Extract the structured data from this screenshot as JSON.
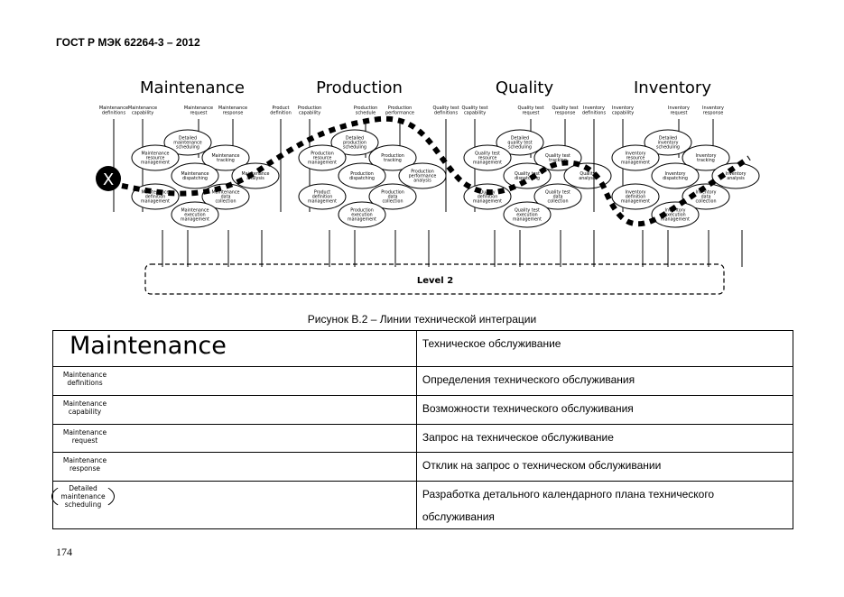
{
  "header": "ГОСТ Р МЭК 62264-3 – 2012",
  "figure": {
    "columns": [
      {
        "title": "Maintenance",
        "top_labels": [
          "Maintenance definitions",
          "Maintenance capability",
          "Maintenance request",
          "Maintenance response"
        ],
        "nodes": [
          "Detailed maintenance scheduling",
          "Maintenance resource management",
          "Maintenance tracking",
          "Maintenance dispatching",
          "Maintenance analysis",
          "Maintenance definition management",
          "Maintenance data collection",
          "Maintenance execution management"
        ]
      },
      {
        "title": "Production",
        "top_labels": [
          "Product definition",
          "Production capability",
          "Production schedule",
          "Production performance"
        ],
        "nodes": [
          "Detailed production scheduling",
          "Production resource management",
          "Production tracking",
          "Production dispatching",
          "Production performance analysis",
          "Product definition management",
          "Production data collection",
          "Production execution management"
        ]
      },
      {
        "title": "Quality",
        "top_labels": [
          "Quality test definitions",
          "Quality test capability",
          "Quality test request",
          "Quality test response"
        ],
        "nodes": [
          "Detailed quality test scheduling",
          "Quality test resource management",
          "Quality test tracking",
          "Quality test dispatching",
          "Quality analysis",
          "Quality definition management",
          "Quality test data collection",
          "Quality test execution management"
        ]
      },
      {
        "title": "Inventory",
        "top_labels": [
          "Inventory definitions",
          "Inventory capability",
          "Inventory request",
          "Inventory response"
        ],
        "nodes": [
          "Detailed inventory scheduling",
          "Inventory resource management",
          "Inventory tracking",
          "Inventory dispatching",
          "Inventory analysis",
          "Inventory definition management",
          "Inventory data collection",
          "Inventory execution management"
        ]
      }
    ],
    "x_marker": "X",
    "level_label": "Level 2"
  },
  "caption": "Рисунок В.2 – Линии технической интеграции",
  "table": {
    "rows": [
      {
        "term": "Maintenance",
        "translation": "Техническое обслуживание"
      },
      {
        "term": "Maintenance definitions",
        "translation": "Определения технического обслуживания"
      },
      {
        "term": "Maintenance capability",
        "translation": "Возможности технического обслуживания"
      },
      {
        "term": "Maintenance request",
        "translation": "Запрос на техническое обслуживание"
      },
      {
        "term": "Maintenance response",
        "translation": "Отклик на запрос о техническом обслуживании"
      },
      {
        "term": "Detailed maintenance scheduling",
        "translation": "Разработка детального календарного плана технического обслуживания"
      }
    ]
  },
  "page_number": "174"
}
